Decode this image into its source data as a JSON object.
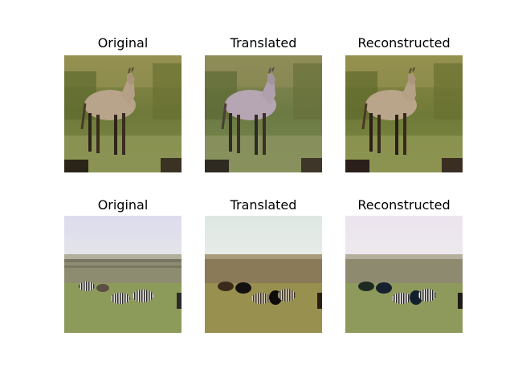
{
  "figure": {
    "rows": [
      {
        "subject": "horse",
        "panels": [
          {
            "title": "Original"
          },
          {
            "title": "Translated"
          },
          {
            "title": "Reconstructed"
          }
        ]
      },
      {
        "subject": "zebras",
        "panels": [
          {
            "title": "Original"
          },
          {
            "title": "Translated"
          },
          {
            "title": "Reconstructed"
          }
        ]
      }
    ]
  }
}
